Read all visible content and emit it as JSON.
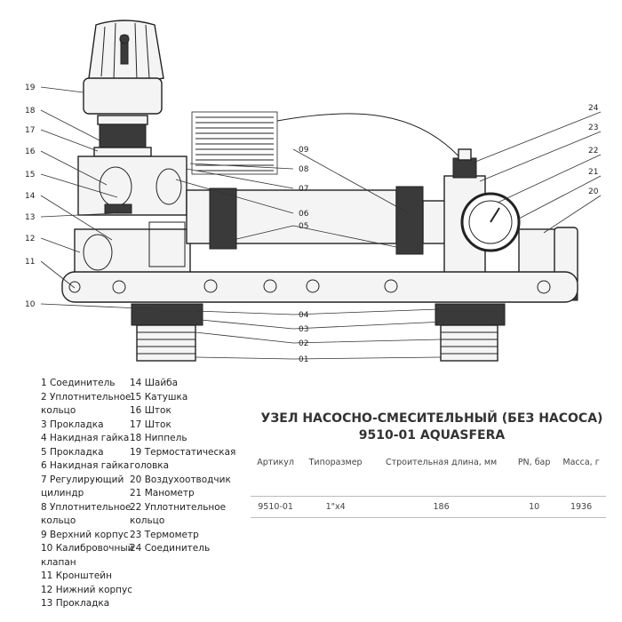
{
  "callouts": [
    "01",
    "02",
    "03",
    "04",
    "05",
    "06",
    "07",
    "08",
    "09",
    "10",
    "11",
    "12",
    "13",
    "14",
    "15",
    "16",
    "17",
    "18",
    "19",
    "20",
    "21",
    "22",
    "23",
    "24"
  ],
  "legend": [
    "1 Соединитель",
    "2 Уплотнительное кольцо",
    "3 Прокладка",
    "4 Накидная гайка",
    "5 Прокладка",
    "6 Накидная гайка",
    "7 Регулирующий цилиндр",
    "8 Уплотнительное кольцо",
    "9 Верхний корпус",
    "10 Калибровочный клапан",
    "11 Кронштейн",
    "12 Нижний корпус",
    "13 Прокладка",
    "14 Шайба",
    "15 Катушка",
    "16 Шток",
    "17 Шток",
    "18 Ниппель",
    "19 Термостатическая головка",
    "20 Воздухоотводчик",
    "21 Манометр",
    "22 Уплотнительное кольцо",
    "23 Термометр",
    "24 Соединитель"
  ],
  "title": {
    "line1": "УЗЕЛ НАСОСНО-СМЕСИТЕЛЬНЫЙ (БЕЗ НАСОСА)",
    "line2": "9510-01 AQUASFERA"
  },
  "table": {
    "headers": [
      "Артикул",
      "Типоразмер",
      "Строительная длина, мм",
      "PN, бар",
      "Масса, г"
    ],
    "row": [
      "9510-01",
      "1\"x4",
      "186",
      "10",
      "1936"
    ]
  }
}
